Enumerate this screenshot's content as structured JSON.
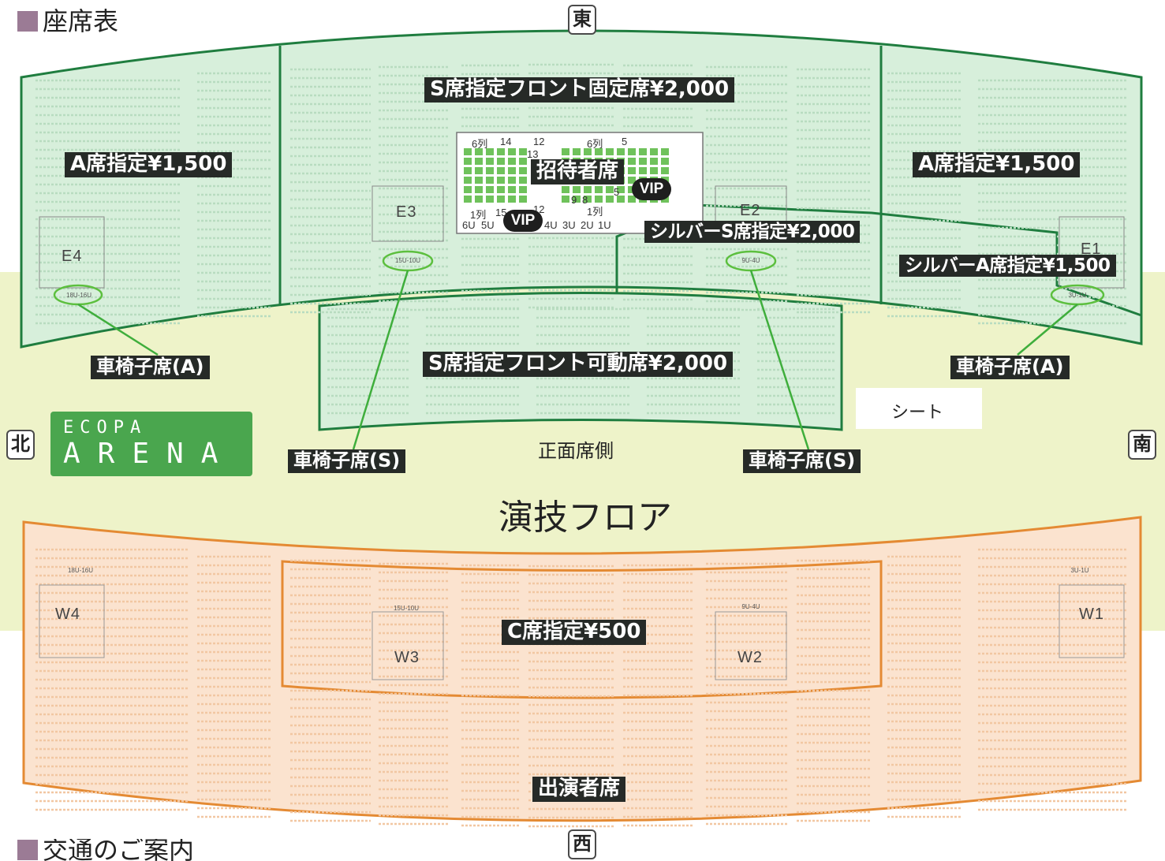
{
  "colors": {
    "east_fill": "#d7efdb",
    "east_border": "#1f7d3f",
    "west_fill": "#fbe3cf",
    "west_border": "#e48a33",
    "floor_band": "#eef3c9",
    "label_bg": "#262a27",
    "logo_bg": "#4aa64e",
    "heading_square": "#9b7b95"
  },
  "heading": {
    "seat_map": "座席表",
    "access": "交通のご案内"
  },
  "compass": {
    "east": "東",
    "west": "西",
    "north": "北",
    "south": "南"
  },
  "logo": {
    "line1": "ECOPA",
    "line2": "ARENA"
  },
  "floor": {
    "title": "演技フロア",
    "front_side": "正面席側",
    "sheet": "シート"
  },
  "blocks": {
    "e1": "E1",
    "e2": "E2",
    "e3": "E3",
    "e4": "E4",
    "w1": "W1",
    "w2": "W2",
    "w3": "W3",
    "w4": "W4"
  },
  "price_labels": {
    "s_front_fixed": "S席指定フロント固定席¥2,000",
    "a_left": "A席指定¥1,500",
    "a_right": "A席指定¥1,500",
    "invited": "招待者席",
    "silver_s": "シルバーS席指定¥2,000",
    "silver_a": "シルバーA席指定¥1,500",
    "s_front_movable": "S席指定フロント可動席¥2,000",
    "c_seat": "C席指定¥500",
    "performers": "出演者席"
  },
  "wheelchair": {
    "a_left": "車椅子席(A)",
    "a_right": "車椅子席(A)",
    "s_left": "車椅子席(S)",
    "s_right": "車椅子席(S)"
  },
  "wheelchair_tags": {
    "east_18_16": "18U-16U",
    "east_15_10": "15U-10U",
    "east_9_4": "9U-4U",
    "east_3_1": "3U-1U",
    "west_18_16": "18U-16U",
    "west_15_10": "15U-10U",
    "west_9_4": "9U-4U",
    "west_3_1": "3U-1U"
  },
  "vip": {
    "label_upper": "VIP",
    "label_lower": "VIP"
  },
  "vip_box": {
    "row6_left": "6列",
    "row6_right": "6列",
    "row1_left": "1列",
    "row1_right": "1列",
    "n14": "14",
    "n13": "13",
    "n12": "12",
    "n12b": "12",
    "n15": "15",
    "n5": "5",
    "n5b": "5",
    "n9": "9",
    "n8": "8",
    "units": [
      "6U",
      "5U",
      "4U",
      "3U",
      "2U",
      "1U"
    ]
  }
}
